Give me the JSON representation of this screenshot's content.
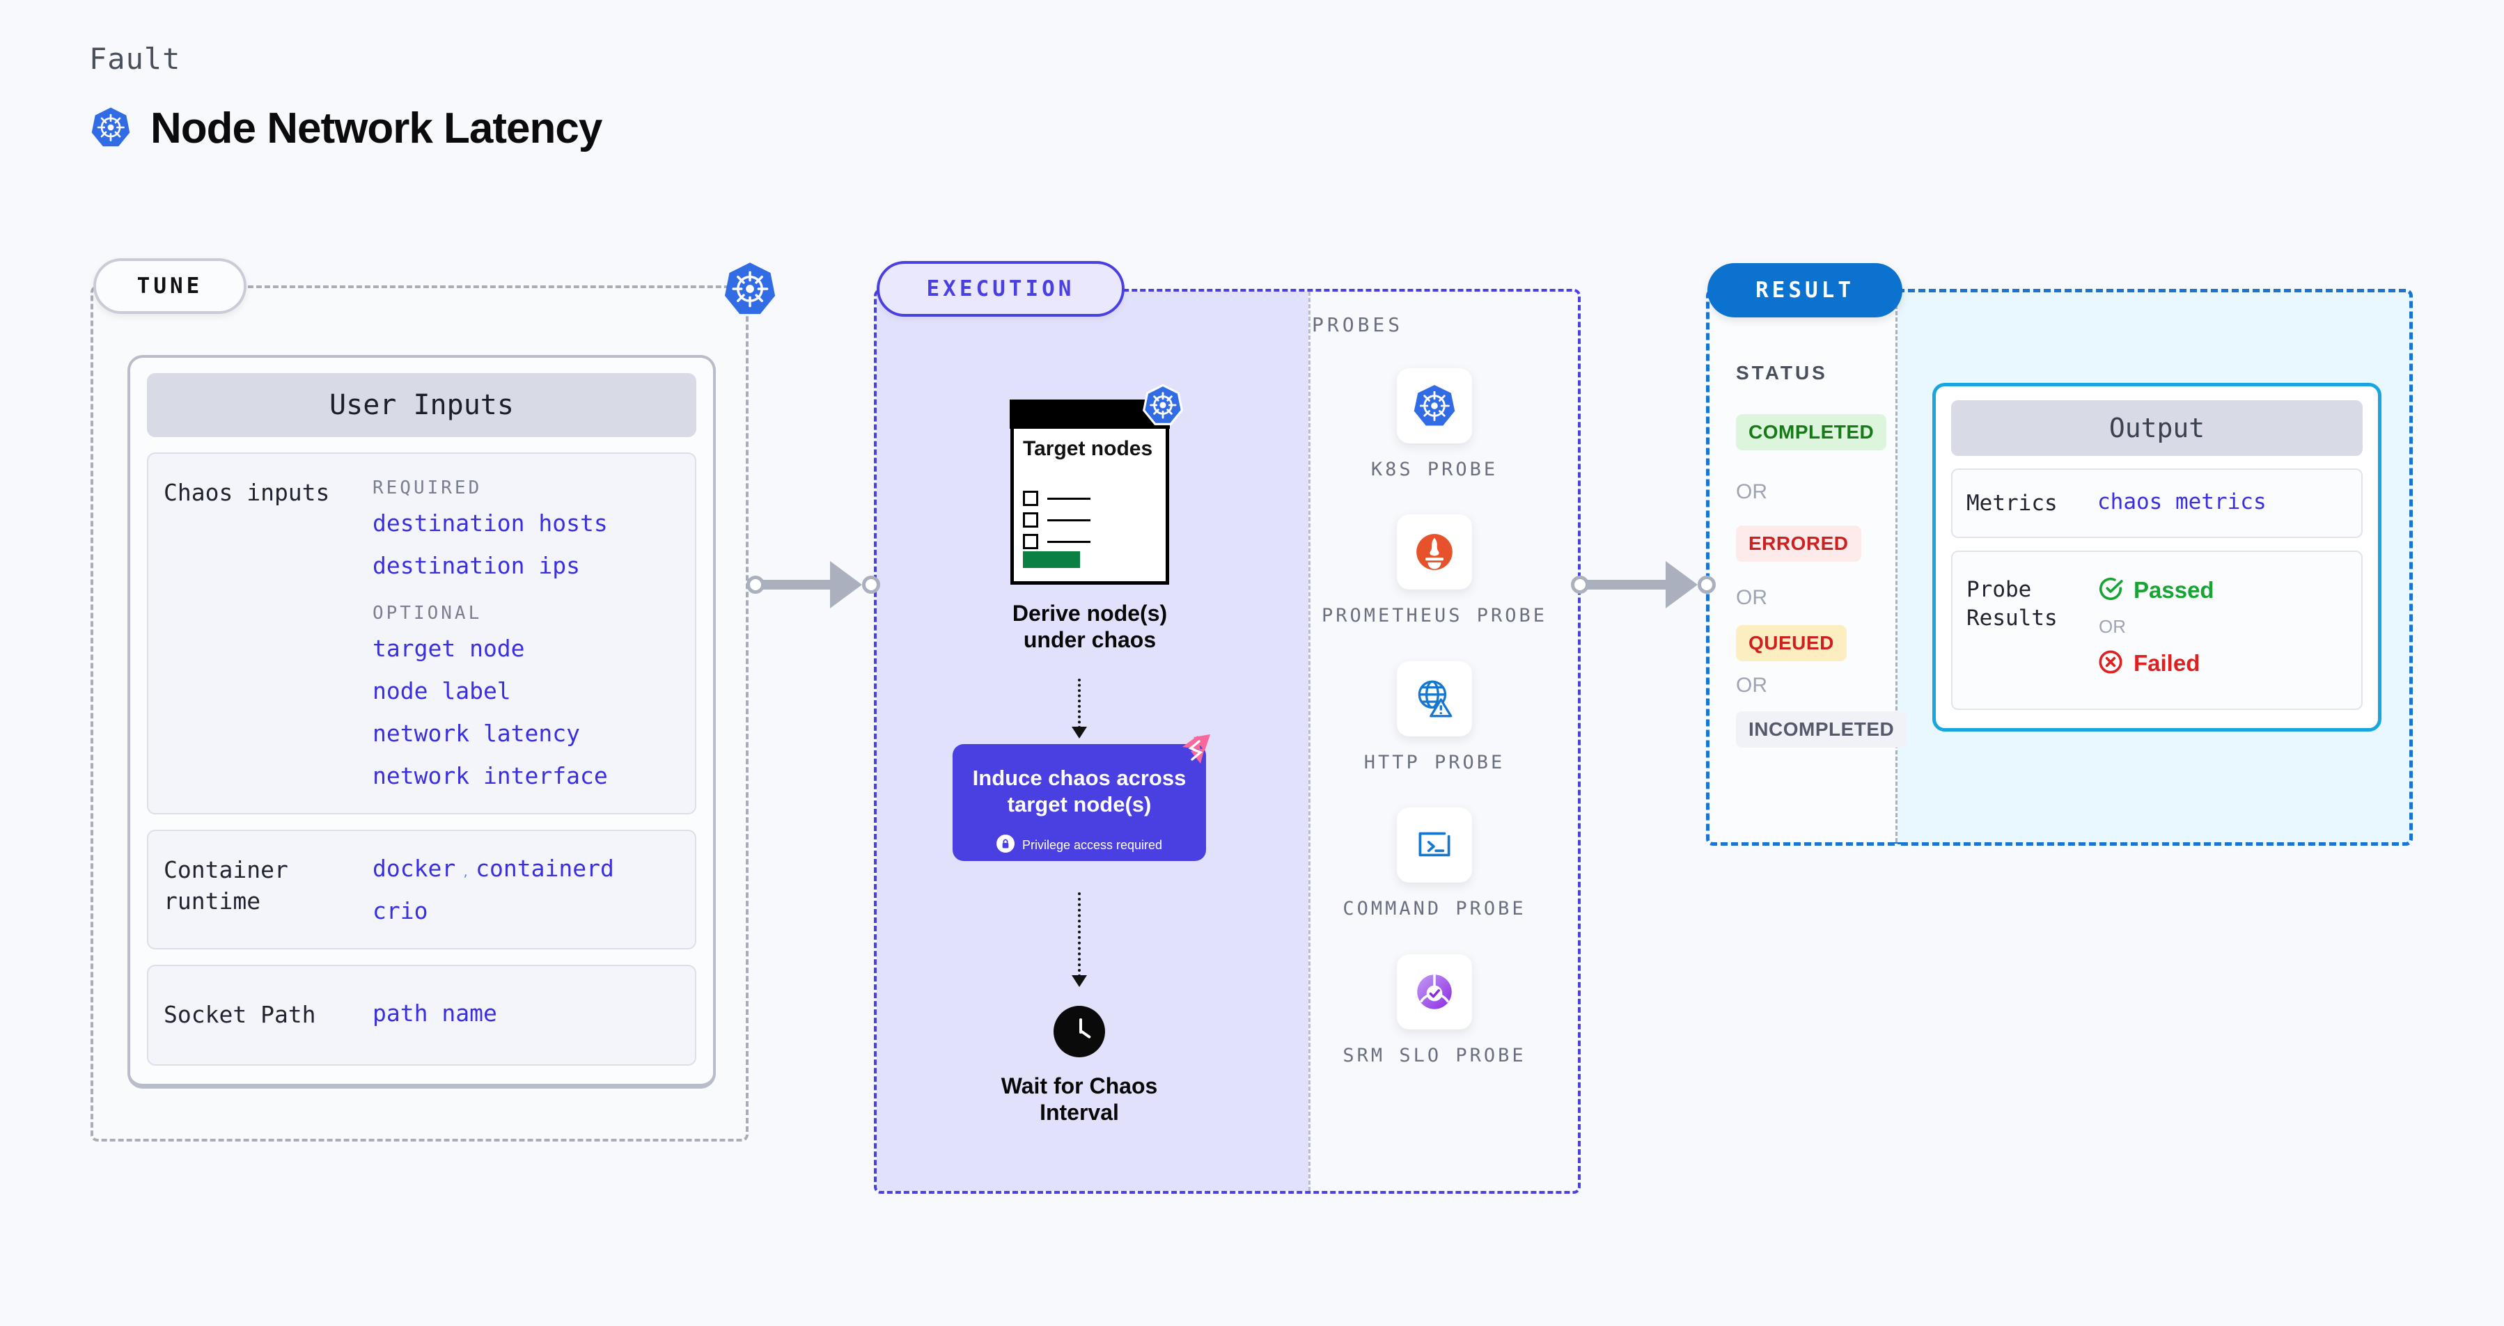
{
  "header": {
    "eyebrow": "Fault",
    "title": "Node Network Latency",
    "icon": "kubernetes-icon"
  },
  "tune": {
    "badge": "TUNE",
    "card_title": "User Inputs",
    "chaos_inputs": {
      "label": "Chaos inputs",
      "required_title": "REQUIRED",
      "required": [
        "destination hosts",
        "destination ips"
      ],
      "optional_title": "OPTIONAL",
      "optional": [
        "target node",
        "node label",
        "network latency",
        "network interface"
      ]
    },
    "container_runtime": {
      "label": "Container runtime",
      "values": [
        "docker",
        "containerd",
        "crio"
      ],
      "separator": ","
    },
    "socket_path": {
      "label": "Socket Path",
      "value": "path name"
    }
  },
  "execution": {
    "badge": "EXECUTION",
    "steps": [
      {
        "doc_title": "Target nodes",
        "caption": "Derive node(s) under chaos",
        "icon": "kubernetes-icon"
      },
      {
        "title": "Induce chaos across target node(s)",
        "note": "Privilege access required",
        "note_icon": "lock-icon",
        "corner_icon": "harness-logo-icon"
      },
      {
        "caption": "Wait for Chaos Interval",
        "icon": "clock-icon"
      }
    ],
    "probes_title": "PROBES",
    "probes": [
      {
        "name": "K8S PROBE",
        "icon": "kubernetes-icon"
      },
      {
        "name": "PROMETHEUS PROBE",
        "icon": "prometheus-icon"
      },
      {
        "name": "HTTP PROBE",
        "icon": "globe-warning-icon"
      },
      {
        "name": "COMMAND PROBE",
        "icon": "terminal-icon"
      },
      {
        "name": "SRM SLO PROBE",
        "icon": "srm-slo-icon"
      }
    ]
  },
  "result": {
    "badge": "RESULT",
    "status_title": "STATUS",
    "or_text": "OR",
    "statuses": [
      {
        "label": "COMPLETED",
        "bg": "#ddf5dd",
        "fg": "#167a16"
      },
      {
        "label": "ERRORED",
        "bg": "#fdeaea",
        "fg": "#cf2020"
      },
      {
        "label": "QUEUED",
        "bg": "#fdeec2",
        "fg": "#cf2020"
      },
      {
        "label": "INCOMPLETED",
        "bg": "#f1f2f7",
        "fg": "#555a6b"
      }
    ],
    "output": {
      "title": "Output",
      "metrics_label": "Metrics",
      "metrics_value": "chaos metrics",
      "probe_results_label": "Probe Results",
      "passed": "Passed",
      "failed": "Failed",
      "or_text": "OR",
      "passed_icon": "check-circle-icon",
      "failed_icon": "x-circle-icon"
    }
  },
  "colors": {
    "accent_purple": "#4a3fe0",
    "accent_blue": "#0b72cf",
    "k8s_blue": "#326ce5",
    "prometheus_orange": "#e6522c",
    "harness_pink": "#f9689a",
    "grey_dash": "#a9adba"
  }
}
